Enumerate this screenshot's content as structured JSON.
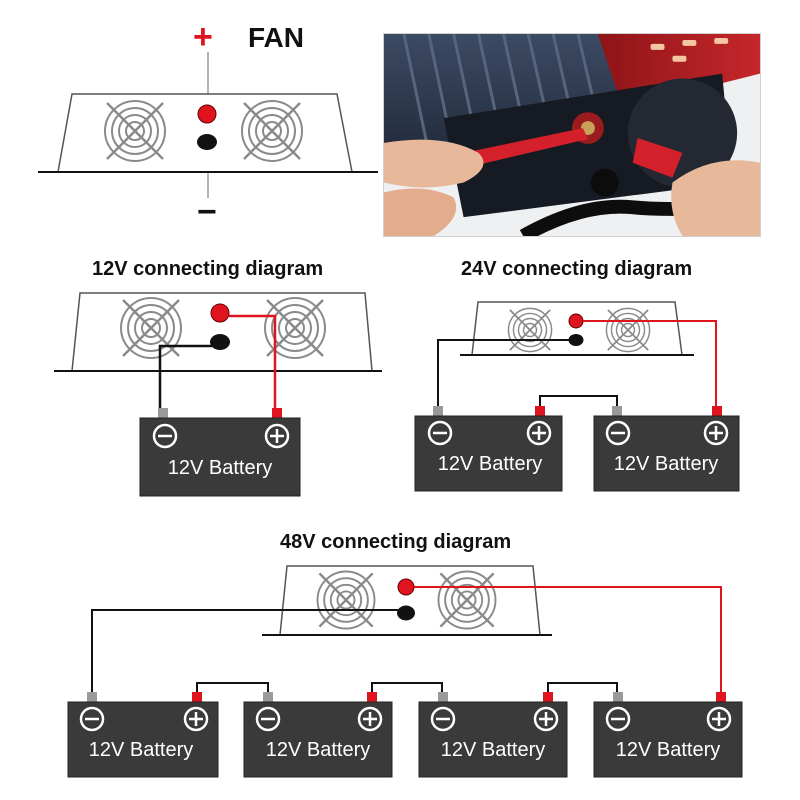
{
  "legend": {
    "plus": "+",
    "minus": "−",
    "fan_label": "FAN"
  },
  "diagrams": {
    "d12": {
      "title": "12V connecting diagram"
    },
    "d24": {
      "title": "24V connecting diagram"
    },
    "d48": {
      "title": "48V connecting diagram"
    }
  },
  "battery_label": "12V Battery",
  "colors": {
    "positive_wire": "#e0141e",
    "negative_wire": "#111111",
    "battery_body": "#3a3a3a",
    "terminal_grey": "#9a9a9a",
    "terminal_red": "#e0141e"
  }
}
